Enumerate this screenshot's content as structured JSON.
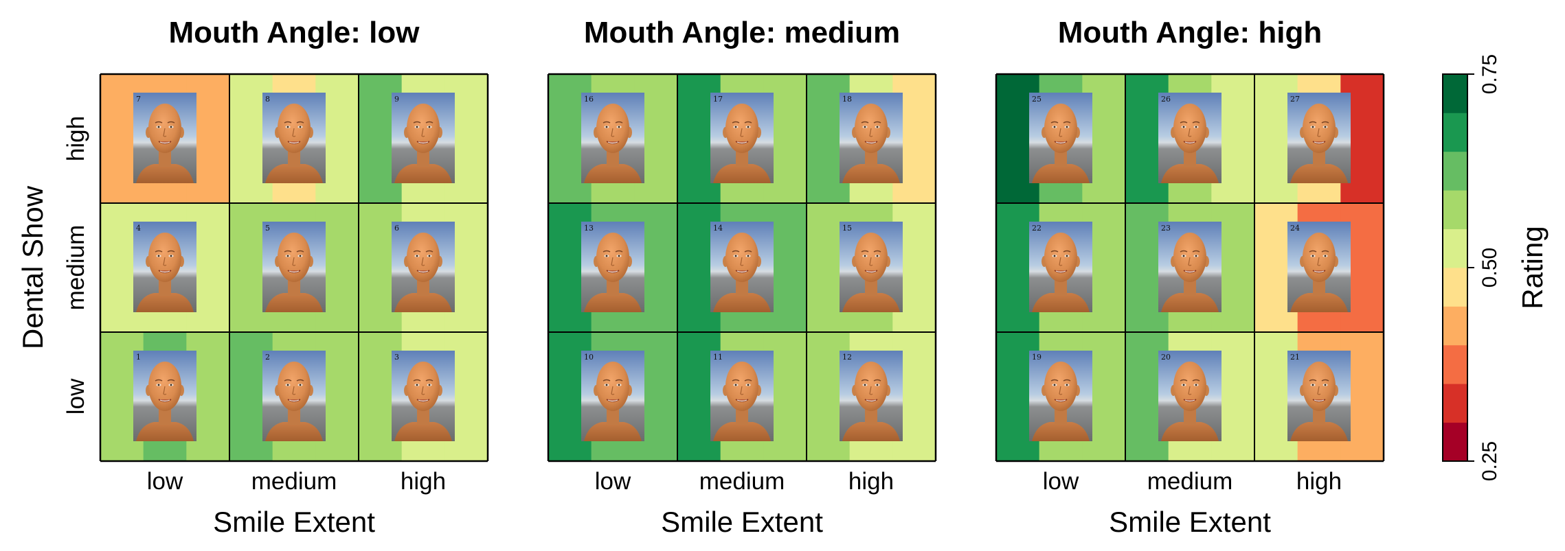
{
  "chart_data": {
    "type": "heatmap",
    "panels": [
      {
        "title": "Mouth Angle: low",
        "stimulus_numbers": [
          [
            7,
            8,
            9
          ],
          [
            4,
            5,
            6
          ],
          [
            1,
            2,
            3
          ]
        ],
        "cells": [
          [
            [
              0.44,
              0.44,
              0.44
            ],
            [
              0.53,
              0.48,
              0.53
            ],
            [
              0.63,
              0.53,
              0.53
            ]
          ],
          [
            [
              0.53,
              0.53,
              0.53
            ],
            [
              0.58,
              0.58,
              0.58
            ],
            [
              0.58,
              0.53,
              0.53
            ]
          ],
          [
            [
              0.58,
              0.63,
              0.58
            ],
            [
              0.63,
              0.58,
              0.58
            ],
            [
              0.58,
              0.53,
              0.53
            ]
          ]
        ]
      },
      {
        "title": "Mouth Angle: medium",
        "stimulus_numbers": [
          [
            16,
            17,
            18
          ],
          [
            13,
            14,
            15
          ],
          [
            10,
            11,
            12
          ]
        ],
        "cells": [
          [
            [
              0.63,
              0.58,
              0.58
            ],
            [
              0.68,
              0.58,
              0.58
            ],
            [
              0.63,
              0.53,
              0.48
            ]
          ],
          [
            [
              0.68,
              0.63,
              0.63
            ],
            [
              0.68,
              0.63,
              0.63
            ],
            [
              0.58,
              0.58,
              0.53
            ]
          ],
          [
            [
              0.68,
              0.63,
              0.63
            ],
            [
              0.68,
              0.58,
              0.58
            ],
            [
              0.58,
              0.53,
              0.53
            ]
          ]
        ]
      },
      {
        "title": "Mouth Angle: high",
        "stimulus_numbers": [
          [
            25,
            26,
            27
          ],
          [
            22,
            23,
            24
          ],
          [
            19,
            20,
            21
          ]
        ],
        "cells": [
          [
            [
              0.73,
              0.63,
              0.58
            ],
            [
              0.68,
              0.58,
              0.53
            ],
            [
              0.53,
              0.48,
              0.34
            ]
          ],
          [
            [
              0.68,
              0.58,
              0.58
            ],
            [
              0.63,
              0.58,
              0.58
            ],
            [
              0.48,
              0.39,
              0.39
            ]
          ],
          [
            [
              0.68,
              0.58,
              0.58
            ],
            [
              0.63,
              0.53,
              0.53
            ],
            [
              0.53,
              0.44,
              0.44
            ]
          ]
        ]
      }
    ],
    "x_categories": [
      "low",
      "medium",
      "high"
    ],
    "y_categories": [
      "high",
      "medium",
      "low"
    ],
    "xlabel": "Smile Extent",
    "ylabel": "Dental Show",
    "colorbar": {
      "label": "Rating",
      "range": [
        0.25,
        0.75
      ],
      "tick_values": [
        0.25,
        0.5,
        0.75
      ],
      "tick_labels": [
        "0.25",
        "0.50",
        "0.75"
      ],
      "colors": [
        "#a50026",
        "#d73027",
        "#f46d43",
        "#fdae61",
        "#fee08b",
        "#d9ef8b",
        "#a6d96a",
        "#66bd63",
        "#1a9850",
        "#006837"
      ]
    }
  },
  "icons": {
    "stimulus": "rendered-face-thumbnail"
  }
}
